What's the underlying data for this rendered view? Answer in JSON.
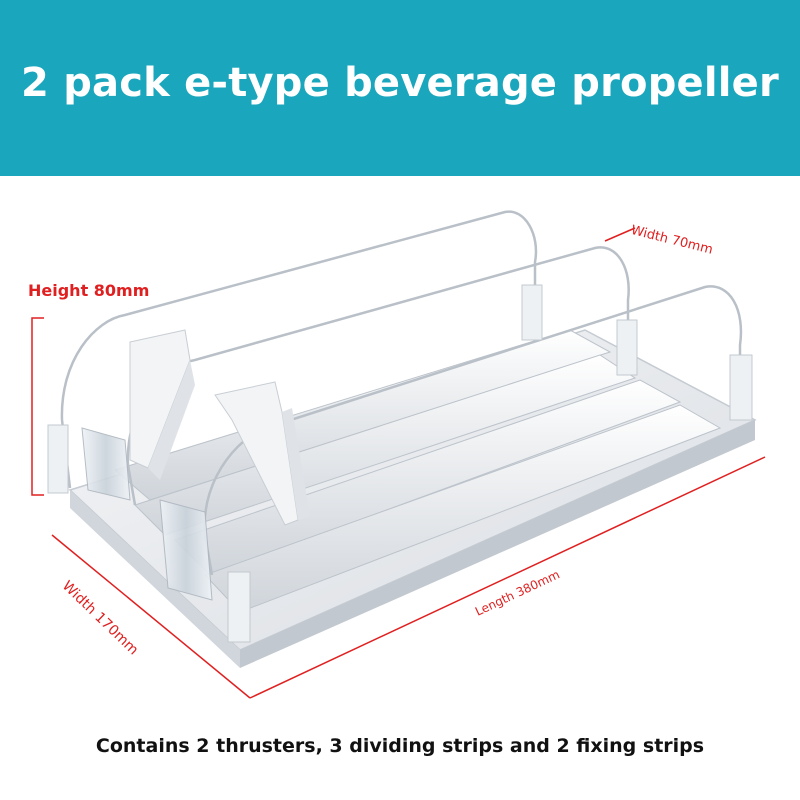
{
  "banner": {
    "title": "2 pack e-type beverage propeller",
    "background": "#1aa7bd"
  },
  "dimensions": {
    "height": "Height 80mm",
    "width_top": "Width 70mm",
    "width_front": "Width 170mm",
    "length": "Length 380mm",
    "annotation_color": "#e02020"
  },
  "product": {
    "image_alt": "product-illustration"
  },
  "footer": {
    "caption": "Contains 2 thrusters, 3 dividing strips and 2 fixing strips"
  }
}
